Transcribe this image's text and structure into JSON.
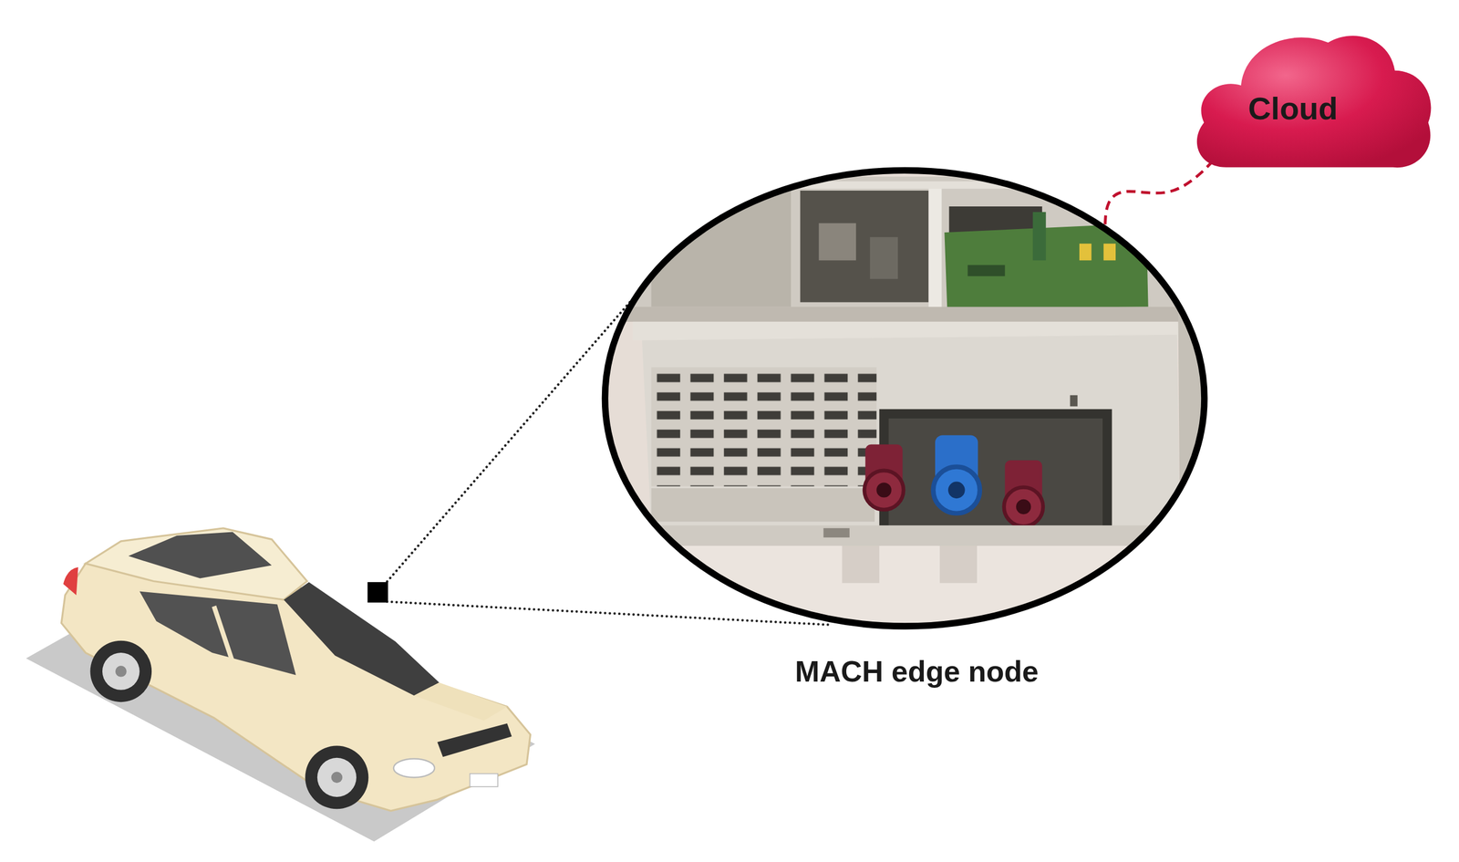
{
  "diagram": {
    "nodes": [
      {
        "text": [
          "Cloud"
        ]
      },
      {
        "text": [
          "MACH edge node"
        ]
      }
    ],
    "edges": [
      {
        "from": 1,
        "to": 0,
        "arrow": "none"
      }
    ]
  }
}
